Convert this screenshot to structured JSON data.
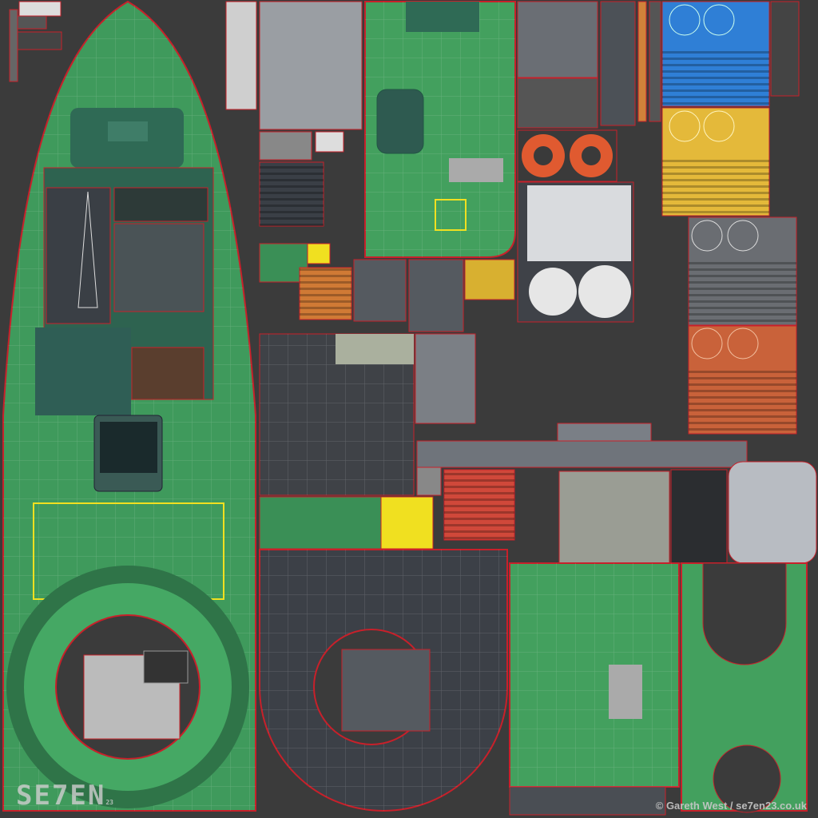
{
  "credit": "© Gareth West / se7en23.co.uk",
  "logo": {
    "text": "SE7EN",
    "suffix": "23"
  },
  "colors": {
    "background": "#3b3b3b",
    "hull_green": "#3f9a5c",
    "seam_red": "#c8202a",
    "dark_hull": "#3c4047",
    "blue": "#2f7fd6",
    "yellow": "#e4b93a",
    "orange": "#c9623a",
    "marking_yellow": "#f0e020"
  }
}
